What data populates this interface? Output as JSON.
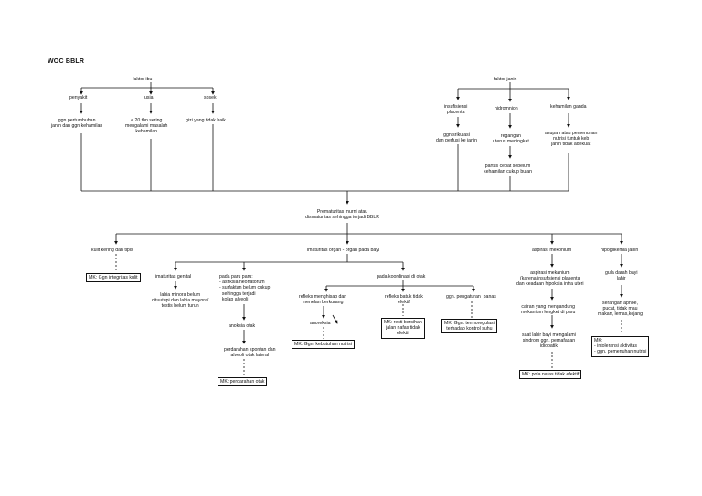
{
  "title": "WOC BBLR",
  "nodes": {
    "faktor_ibu": "faktor ibu",
    "penyakit": "penyakit",
    "usia": "usia",
    "sosek": "sosek",
    "ggn_pertumbuhan": "ggn pertumbuhan\njanin dan ggn kehamilan",
    "usia_20": "< 20 thn sering\nmengalami masalah\nkehamilan",
    "gizi": "gizi yang tidak baik",
    "faktor_janin": "faktor janin",
    "insufisiensi": "insufisiensi\nplacenta",
    "hidramnion": "hidromnion",
    "kehamilan_ganda": "kehamilan ganda",
    "ggn_sirkulasi": "ggn srikulasi\ndan perfusi ke janin",
    "regangan": "regangan\nuterus meningkat",
    "asupan": "asupan atau pemenuhan\nnutrisi tuntuk keb\njanin tidak adekuat",
    "partus": "partus cepat sebelum\nkehamilan cukup bulan",
    "prematuritas": "Prematuritas murni atau\ndismaturitas sehingga terjadi BBLR",
    "kulit": "kulit kering dan tipis",
    "mk_integritas": "MK: Ggn integritas kulit",
    "imaturitas": "imaturitas organ - organ pada bayi",
    "imaturitas_genital": "imaturitas genital",
    "labia": "labia minora belum\ndituutupi dan labia mayora/\ntestis belum turun",
    "paru": "pada paru paru:\n- asfiksia neonatorum\n- surfaktan belum cukup\n  sehingga terjadi\n  kolap alveoli",
    "anoksia": "anoksia otak",
    "perdarahan": "perdarahan spontan dan\nalveoli otak lateral",
    "mk_perdarahan": "MK: perdarahan otak",
    "koordinasi": "pada koordinasi di otak",
    "refleks_menghisap": "refleks menghisap dan\nmenelan berkurang",
    "anoreksia": "anoreksia",
    "mk_nutrisi": "MK: Ggn. kebutuhan nutrisi",
    "refleks_batuk": "refleks batuk tidak\nefektif",
    "mk_nafas": "MK: resti bersihan\njalan nafas tidak\nefektif",
    "pengaturan_panas": "ggn. pengaturan  panas",
    "mk_termo": "MK: Ggn. termoregulasi\nterhadap kontrol suhu",
    "aspirasi": "aspirasi mekonium",
    "aspirasi2": "aspirasi mekanium\n(karena insufisiensi plasenta\ndan keadaan hipoksia intra uteri",
    "cairan": "cairan yang mengandung\nmekanium lengket di paru",
    "saat_lahir": "saat lahir bayi mengalami\nsindrom ggn. pernafasan\nidiopatik",
    "mk_pola": "MK: pola nafas tidak efektif",
    "hipoglikemia": "hipoglikemia janin",
    "gula": "gula darah bayi\nlahir",
    "serangan": "serangan apnoe,\npucat, tidak mau\nmakan, lemas,kejang",
    "mk_intoleransi": "MK:\n- intoleransi aktivitas\n- ggn. pemenuhan nutrisi"
  }
}
